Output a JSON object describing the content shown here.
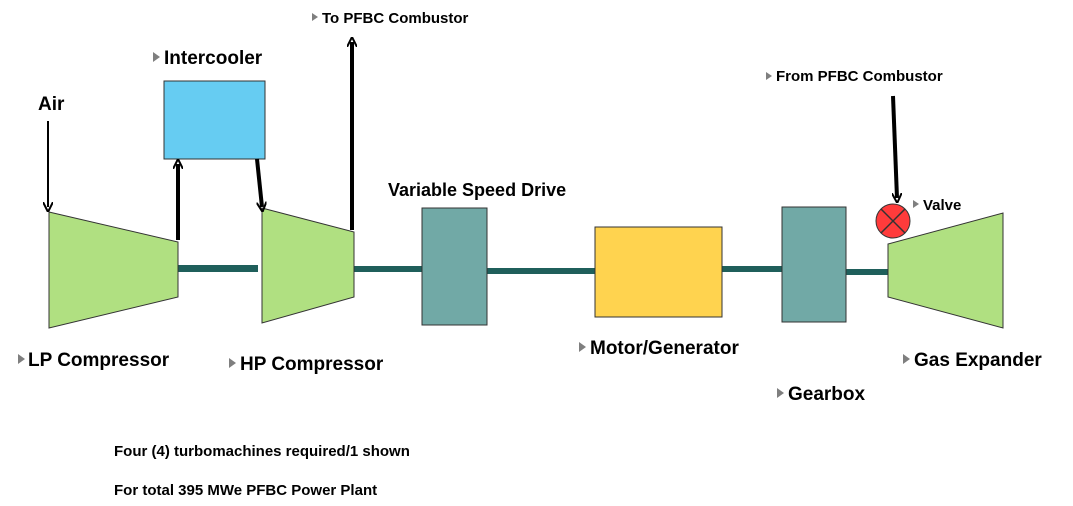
{
  "labels": {
    "air": "Air",
    "intercooler": "Intercooler",
    "to_combustor": "To PFBC Combustor",
    "from_combustor": "From PFBC Combustor",
    "variable_speed_drive": "Variable Speed Drive",
    "valve": "Valve",
    "lp_compressor": "LP Compressor",
    "hp_compressor": "HP Compressor",
    "motor_generator": "Motor/Generator",
    "gas_expander": "Gas Expander",
    "gearbox": "Gearbox"
  },
  "notes": {
    "line1": "Four (4) turbomachines required/1 shown",
    "line2": "For total 395 MWe PFBC Power Plant"
  },
  "colors": {
    "compressor_fill": "#b0e081",
    "intercooler_fill": "#66ccf2",
    "drive_fill": "#71a9a6",
    "motor_fill": "#ffd34f",
    "shaft": "#1f5f5b",
    "valve_fill": "#ff3b3b"
  }
}
